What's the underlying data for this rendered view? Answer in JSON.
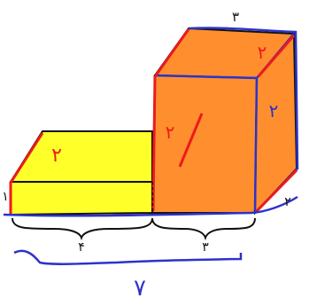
{
  "figure": {
    "labels": {
      "top_edge": "۳",
      "orange_top_diag": "۲",
      "orange_front_diag": "۲",
      "orange_side_diag": "۲",
      "orange_right_bottom": "۲",
      "yellow_top_diag": "۲",
      "yellow_height": "۱",
      "base_left": "۴",
      "base_right": "۳",
      "total": "۷"
    },
    "colors": {
      "yellow_fill": "#ffff2a",
      "orange_fill": "#ff8f2e",
      "outline": "#111111",
      "blue_marker": "#2d33c8",
      "red_marker": "#ee1a1a"
    }
  }
}
